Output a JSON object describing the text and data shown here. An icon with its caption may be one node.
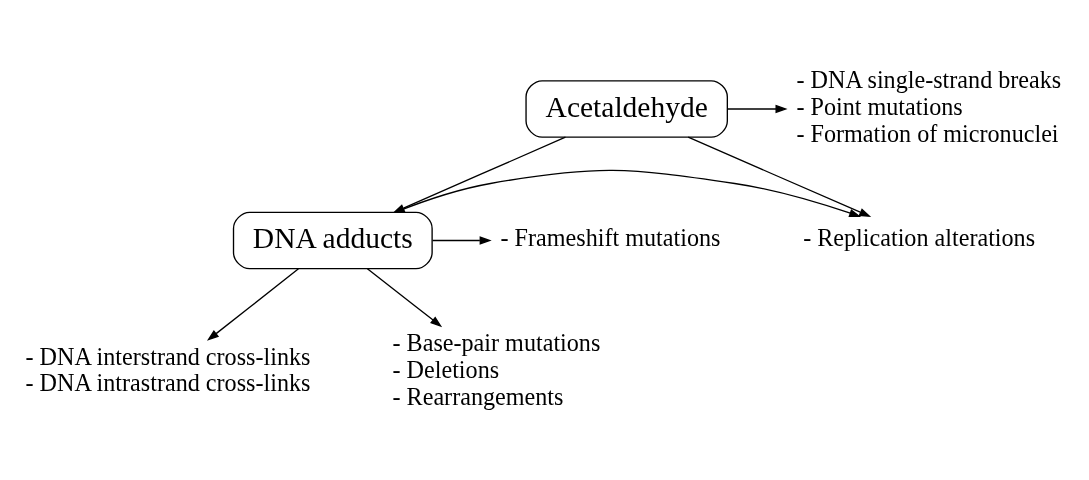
{
  "diagram": {
    "nodes": [
      {
        "text": [
          "Acetaldehyde"
        ]
      },
      {
        "text": [
          "- DNA single-strand breaks",
          "- Point mutations",
          "- Formation of micronuclei"
        ]
      },
      {
        "text": [
          "DNA adducts"
        ]
      },
      {
        "text": [
          "- Replication alterations"
        ]
      },
      {
        "text": [
          "- Frameshift mutations"
        ]
      },
      {
        "text": [
          "- DNA interstrand cross-links",
          "- DNA intrastrand cross-links"
        ]
      },
      {
        "text": [
          "- Base-pair mutations",
          "- Deletions",
          "- Rearrangements"
        ]
      }
    ],
    "edges": [
      {
        "from": 0,
        "to": 1,
        "arrow": "to"
      },
      {
        "from": 0,
        "to": 2,
        "arrow": "to"
      },
      {
        "from": 0,
        "to": 3,
        "arrow": "to"
      },
      {
        "from": 2,
        "to": 3,
        "arrow": "to"
      },
      {
        "from": 2,
        "to": 4,
        "arrow": "to"
      },
      {
        "from": 2,
        "to": 5,
        "arrow": "to"
      },
      {
        "from": 2,
        "to": 6,
        "arrow": "to"
      }
    ]
  }
}
